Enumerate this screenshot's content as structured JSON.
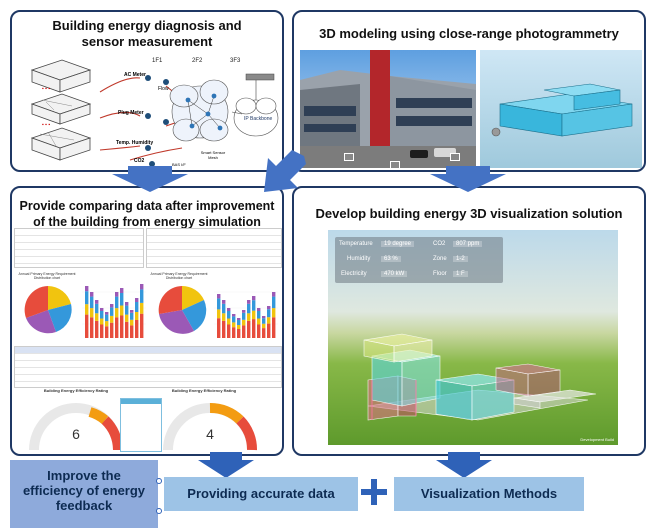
{
  "panels": {
    "top_left_title": "Building energy diagnosis and sensor measurement",
    "top_right_title": "3D modeling using close-range photogrammetry",
    "mid_left_title": "Provide comparing data after improvement of the building from energy simulation",
    "mid_right_title": "Develop building energy 3D visualization solution"
  },
  "sensor_diagram": {
    "floor_labels": [
      "1F1",
      "2F2",
      "3F3"
    ],
    "devices": [
      "AC Meter",
      "Flow",
      "Plug Meter",
      "Temp. Humidity",
      "CO2",
      "BAS I/F"
    ],
    "cloud_label": "IP Backbone",
    "mesh_label": "Smart Sensor Mesh"
  },
  "viz_hud": {
    "temperature_label": "Temperature",
    "temperature_value": "19 degree",
    "co2_label": "CO2",
    "co2_value": "807 ppm",
    "humidity_label": "Humidity",
    "humidity_value": "63 %",
    "zone_label": "Zone",
    "zone_value": "1-2",
    "electricity_label": "Electricity",
    "electricity_value": "470 kW",
    "floor_label": "Floor",
    "floor_value": "1 F",
    "watermark": "Development Build"
  },
  "sim": {
    "chart_title_left": "Annual Primary Energy Requirement Distribution chart",
    "chart_title_right": "Annual Primary Energy Requirement Distribution chart",
    "gauge_title": "Building Energy Efficiency Rating",
    "gauge_left_value": "6",
    "gauge_right_value": "4"
  },
  "footer": {
    "left": "Improve the efficiency of energy feedback",
    "middle": "Providing accurate data",
    "right": "Visualization Methods",
    "plus": "+"
  },
  "colors": {
    "panel_border": "#1f3864",
    "arrow_blue": "#4472c4",
    "footer_left_bg": "#8eaadb",
    "footer_box_bg": "#9dc3e6",
    "pie": [
      "#e74c3c",
      "#f1c40f",
      "#3498db",
      "#9b59b6"
    ]
  }
}
